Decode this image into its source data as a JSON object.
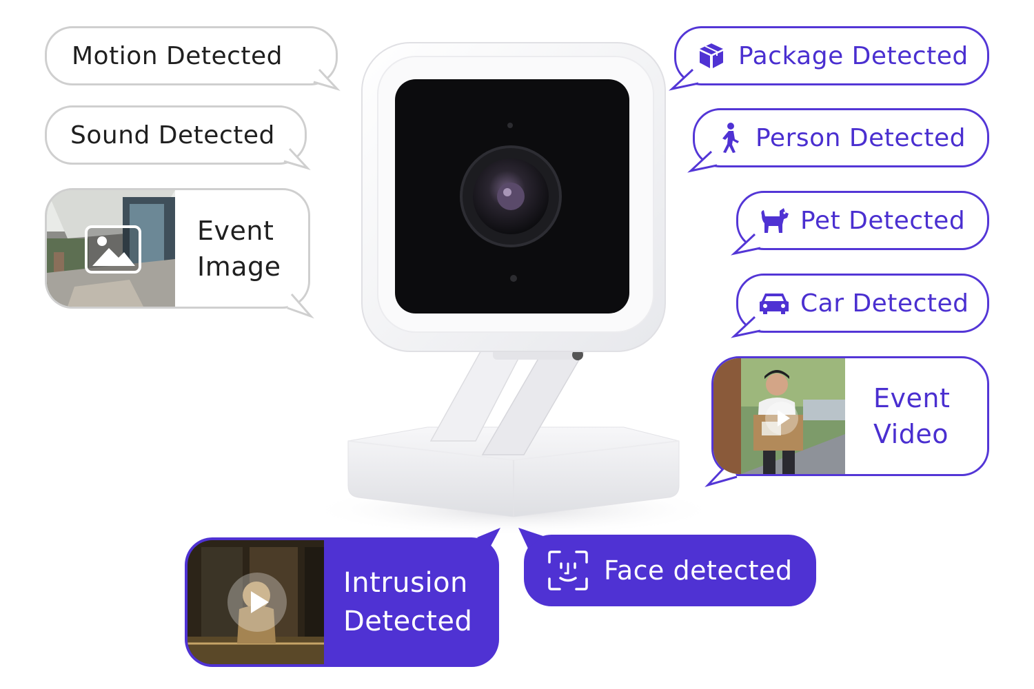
{
  "bubbles": {
    "motion": "Motion Detected",
    "sound": "Sound Detected",
    "event_image_line1": "Event",
    "event_image_line2": "Image",
    "package": "Package Detected",
    "person": "Person Detected",
    "pet": "Pet Detected",
    "car": "Car Detected",
    "event_video_line1": "Event",
    "event_video_line2": "Video",
    "intrusion_line1": "Intrusion",
    "intrusion_line2": "Detected",
    "face": "Face detected"
  },
  "icons": {
    "package": "package-icon",
    "person": "walking-person-icon",
    "pet": "dog-icon",
    "car": "car-icon",
    "face": "face-scan-icon",
    "image": "image-icon",
    "play": "play-icon"
  },
  "colors": {
    "accent": "#4f32d3",
    "grey_border": "#cfcfcf",
    "text_dark": "#1f1f1f"
  }
}
